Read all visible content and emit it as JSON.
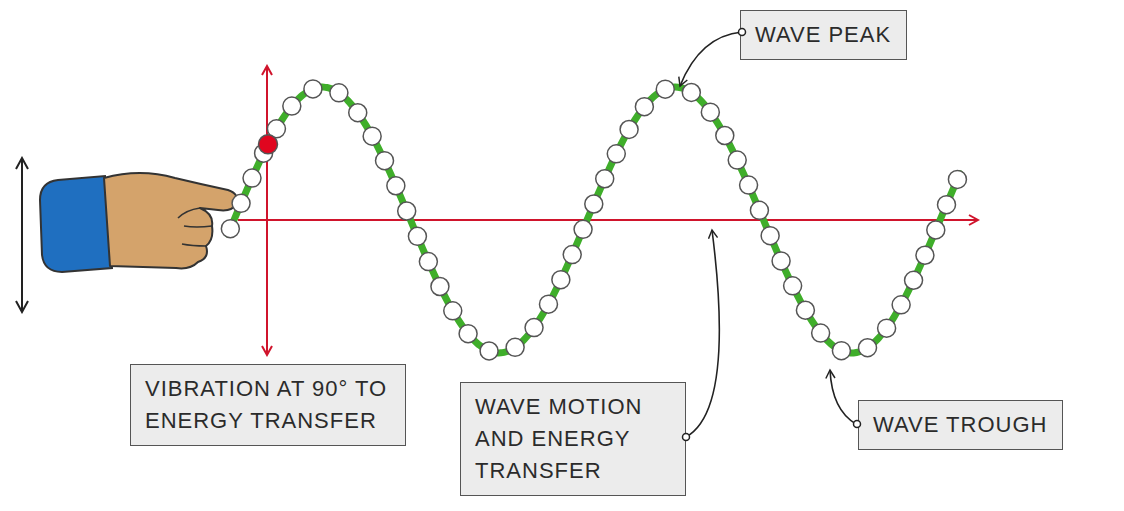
{
  "diagram": {
    "nodes": [
      {
        "text": [
          "WAVE PEAK"
        ]
      },
      {
        "text": [
          "VIBRATION AT 90° TO ENERGY TRANSFER"
        ]
      },
      {
        "text": [
          "WAVE MOTION AND ENERGY TRANSFER"
        ]
      },
      {
        "text": [
          "WAVE TROUGH"
        ]
      }
    ]
  }
}
